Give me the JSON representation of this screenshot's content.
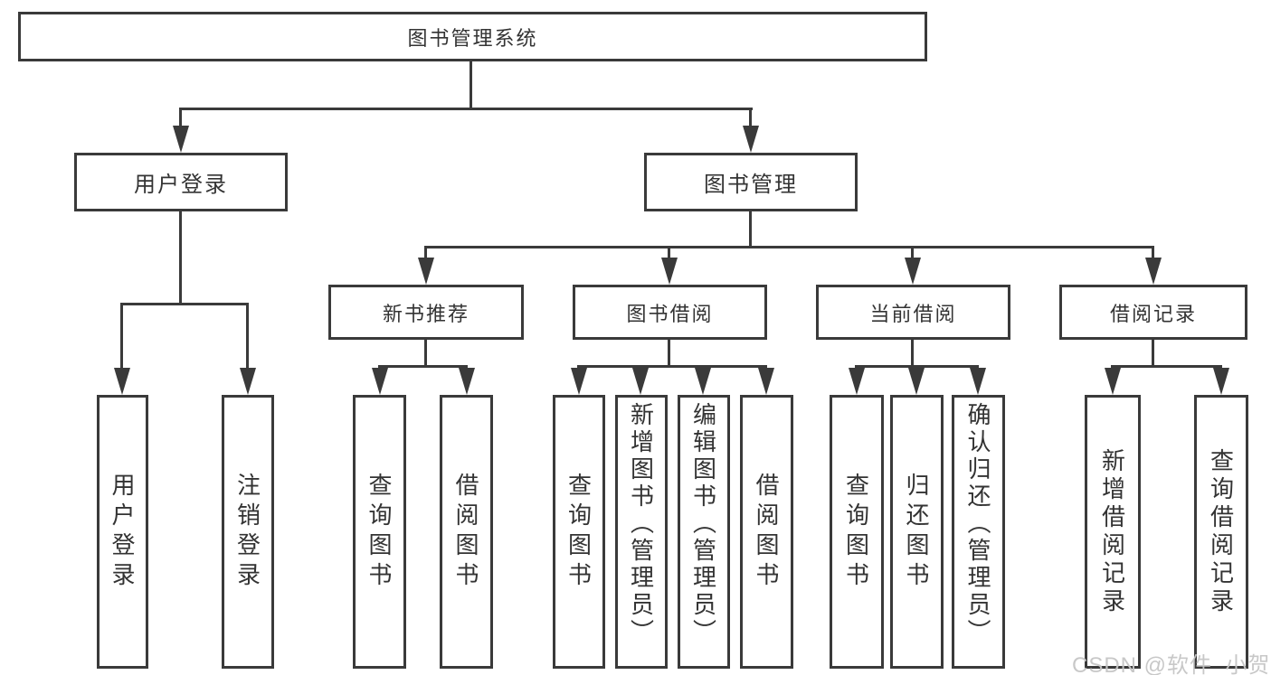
{
  "diagram": {
    "root": "图书管理系统",
    "branches": [
      {
        "label": "用户登录",
        "children": [
          "用户登录",
          "注销登录"
        ]
      },
      {
        "label": "图书管理",
        "sections": [
          {
            "label": "新书推荐",
            "children": [
              "查询图书",
              "借阅图书"
            ]
          },
          {
            "label": "图书借阅",
            "children": [
              "查询图书",
              "新增图书（管理员）",
              "编辑图书（管理员）",
              "借阅图书"
            ]
          },
          {
            "label": "当前借阅",
            "children": [
              "查询图书",
              "归还图书",
              "确认归还（管理员）"
            ]
          },
          {
            "label": "借阅记录",
            "children": [
              "新增借阅记录",
              "查询借阅记录"
            ]
          }
        ]
      }
    ]
  },
  "watermark": "CSDN @软件_小贺同学",
  "colors": {
    "line": "#3a3a3a",
    "text": "#333333",
    "watermark": "#c6c6c6",
    "background": "#ffffff"
  }
}
